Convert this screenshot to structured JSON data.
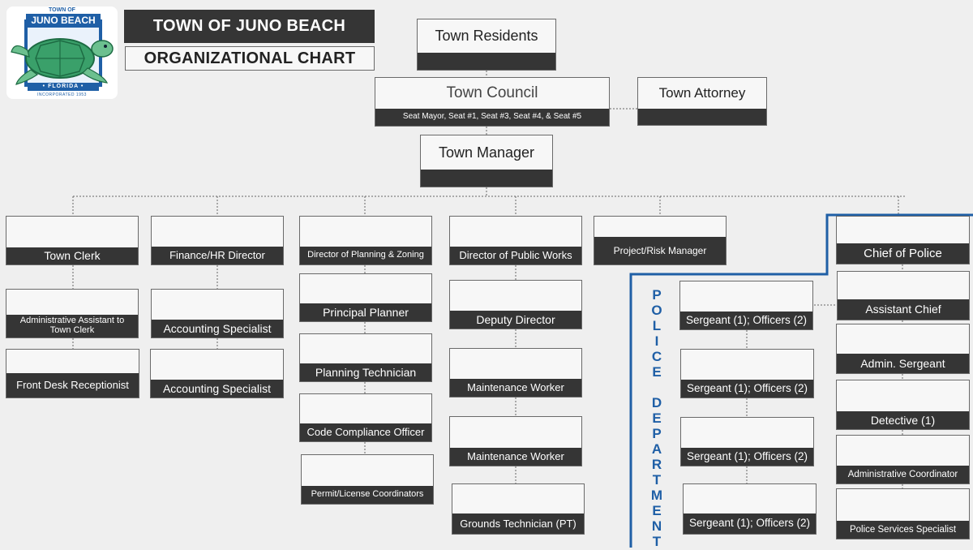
{
  "logo": {
    "top_text": "TOWN OF",
    "name": "JUNO BEACH",
    "state": "• FLORIDA •",
    "incorporated": "INCORPORATED 1953"
  },
  "header": {
    "town": "TOWN OF JUNO BEACH",
    "subtitle": "ORGANIZATIONAL CHART"
  },
  "top": {
    "residents": "Town Residents",
    "council": "Town Council",
    "council_seats": "Seat Mayor, Seat #1, Seat #3, Seat #4, & Seat #5",
    "attorney": "Town Attorney",
    "manager": "Town Manager"
  },
  "departments": {
    "clerk": [
      "Town Clerk",
      "Administrative Assistant to Town Clerk",
      "Front Desk Receptionist"
    ],
    "finance": [
      "Finance/HR Director",
      "Accounting Specialist",
      "Accounting Specialist"
    ],
    "planning": [
      "Director of Planning & Zoning",
      "Principal Planner",
      "Planning Technician",
      "Code Compliance Officer",
      "Permit/License Coordinators"
    ],
    "public_works": [
      "Director of Public Works",
      "Deputy Director",
      "Maintenance Worker",
      "Maintenance Worker",
      "Grounds Technician (PT)"
    ],
    "project": "Project/Risk Manager"
  },
  "police": {
    "vertical_label": "POLICE DEPARTMENT",
    "command": [
      "Chief of Police",
      "Assistant Chief",
      "Admin. Sergeant",
      "Detective (1)",
      "Administrative Coordinator",
      "Police Services Specialist"
    ],
    "sergeants": [
      "Sergeant (1); Officers (2)",
      "Sergeant (1); Officers (2)",
      "Sergeant (1); Officers (2)",
      "Sergeant (1); Officers (2)"
    ],
    "accent_color": "#1f5fa6"
  },
  "colors": {
    "bar": "#353535",
    "background": "#efefef",
    "logo_blue": "#1f5fa6"
  }
}
